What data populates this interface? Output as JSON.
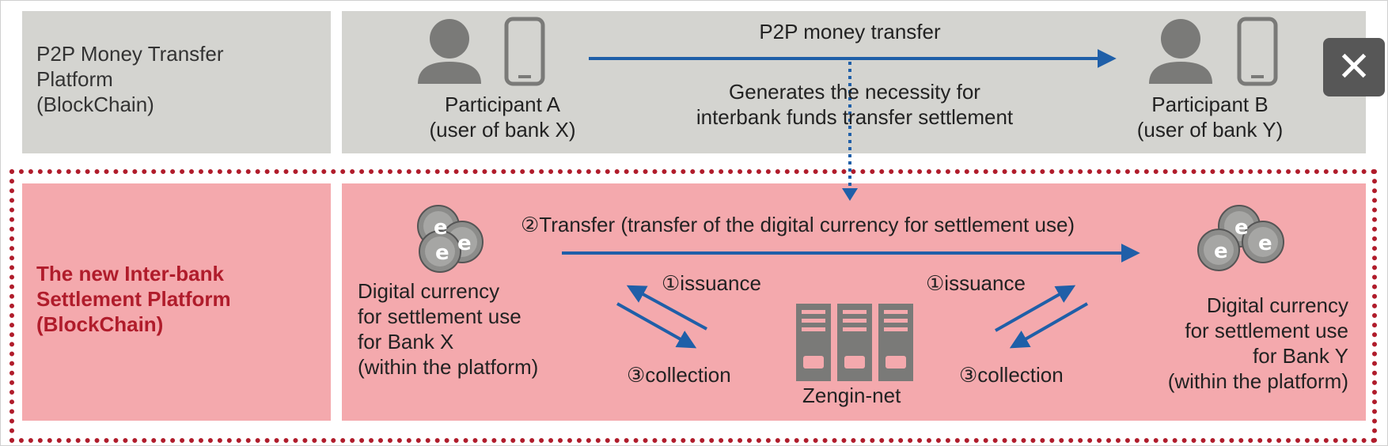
{
  "p2p_platform": {
    "title": "P2P Money Transfer\nPlatform\n(BlockChain)",
    "participant_a": "Participant A\n(user of bank X)",
    "participant_b": "Participant B\n(user of bank Y)",
    "transfer_label": "P2P money transfer",
    "necessity_text": "Generates the necessity for\ninterbank funds transfer settlement"
  },
  "interbank_platform": {
    "title": "The new Inter-bank\nSettlement Platform\n(BlockChain)",
    "transfer_label": "②Transfer (transfer of the digital currency for settlement use)",
    "bank_x_currency": "Digital currency\nfor settlement use\nfor Bank X\n(within the platform)",
    "bank_y_currency": "Digital currency\nfor settlement use\nfor Bank Y\n(within the platform)",
    "issuance_left": "①issuance",
    "issuance_right": "①issuance",
    "collection_left": "③collection",
    "collection_right": "③collection",
    "zengin_label": "Zengin-net"
  },
  "close_button": {
    "icon": "close-icon",
    "glyph": "✕"
  },
  "colors": {
    "p2p_bg": "#d4d4d0",
    "interbank_bg": "#f4a9ad",
    "accent_red": "#b01c2b",
    "arrow_blue": "#1f5fa8",
    "icon_gray": "#7a7a78"
  }
}
